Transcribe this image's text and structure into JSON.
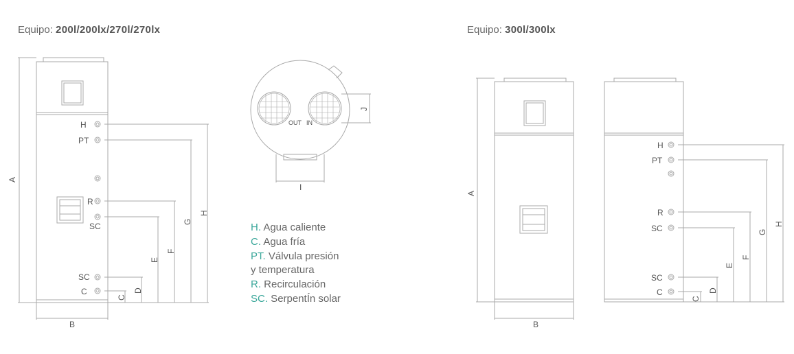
{
  "titles": {
    "left_prefix": "Equipo: ",
    "left_models": "200l/200lx/270l/270lx",
    "right_prefix": "Equipo: ",
    "right_models": "300l/300lx"
  },
  "dims": {
    "A": "A",
    "B": "B",
    "C": "C",
    "D": "D",
    "E": "E",
    "F": "F",
    "G": "G",
    "H": "H",
    "I": "I",
    "J": "J"
  },
  "connections": {
    "H": "H",
    "PT": "PT",
    "R": "R",
    "SC": "SC",
    "C": "C"
  },
  "top_view": {
    "out": "OUT",
    "in": "IN"
  },
  "legend": [
    {
      "code": "H.",
      "text": " Agua caliente"
    },
    {
      "code": "C.",
      "text": " Agua fría"
    },
    {
      "code": "PT.",
      "text": " Válvula presión"
    },
    {
      "code": "",
      "text": "y temperatura"
    },
    {
      "code": "R.",
      "text": " Recirculación"
    },
    {
      "code": "SC.",
      "text": " SerpentÍn solar"
    }
  ],
  "colors": {
    "line": "#a8a8a8",
    "text": "#555555",
    "accent": "#3aa79a"
  }
}
